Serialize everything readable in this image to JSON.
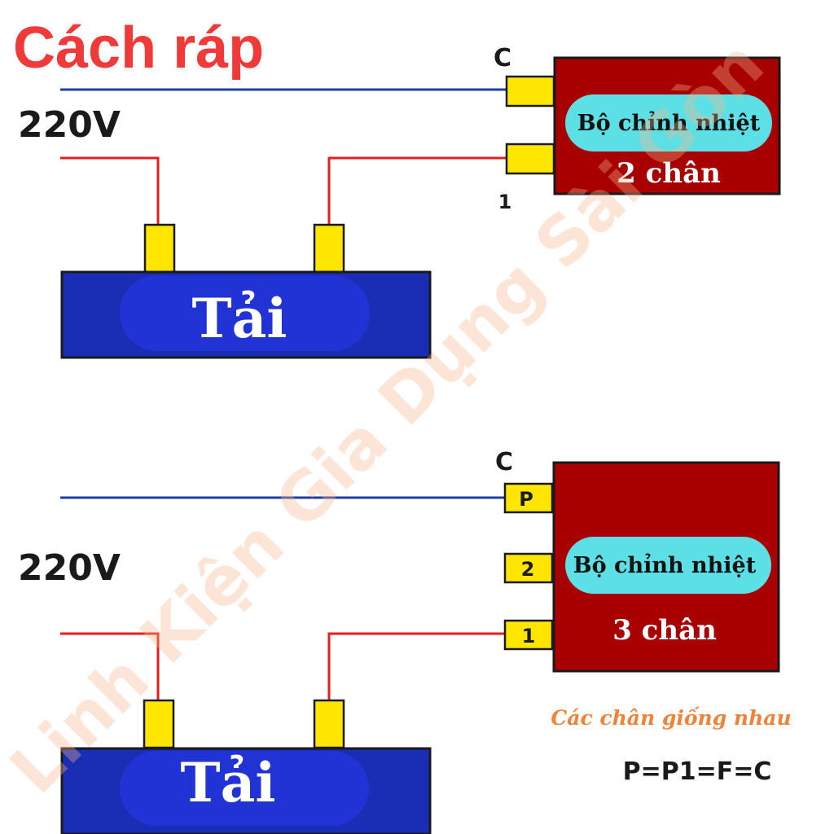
{
  "title": "Cách ráp",
  "watermark": "Linh Kiện Gia Dụng Sài Gòn",
  "colors": {
    "title": "#f03a3a",
    "live_wire": "#1f3fa6",
    "load_wire": "#e02020",
    "thermostat_body": "#a80000",
    "thermostat_label_bg": "#5ce0e6",
    "load_body": "#1a2db5",
    "load_label_bg": "#2233d6",
    "terminal": "#ffe600",
    "note": "#f0833a",
    "watermark": "#f7b48a"
  },
  "diagram_top": {
    "voltage": "220V",
    "common_label": "C",
    "pin1_label": "1",
    "thermostat_label": "Bộ chỉnh nhiệt",
    "thermostat_type": "2 chân",
    "load_label": "Tải"
  },
  "diagram_bottom": {
    "voltage": "220V",
    "common_label": "C",
    "pins": [
      "P",
      "2",
      "1"
    ],
    "thermostat_label": "Bộ chỉnh nhiệt",
    "thermostat_type": "3 chân",
    "load_label": "Tải"
  },
  "note": {
    "text": "Các chân giống nhau",
    "equation": "P=P1=F=C"
  }
}
